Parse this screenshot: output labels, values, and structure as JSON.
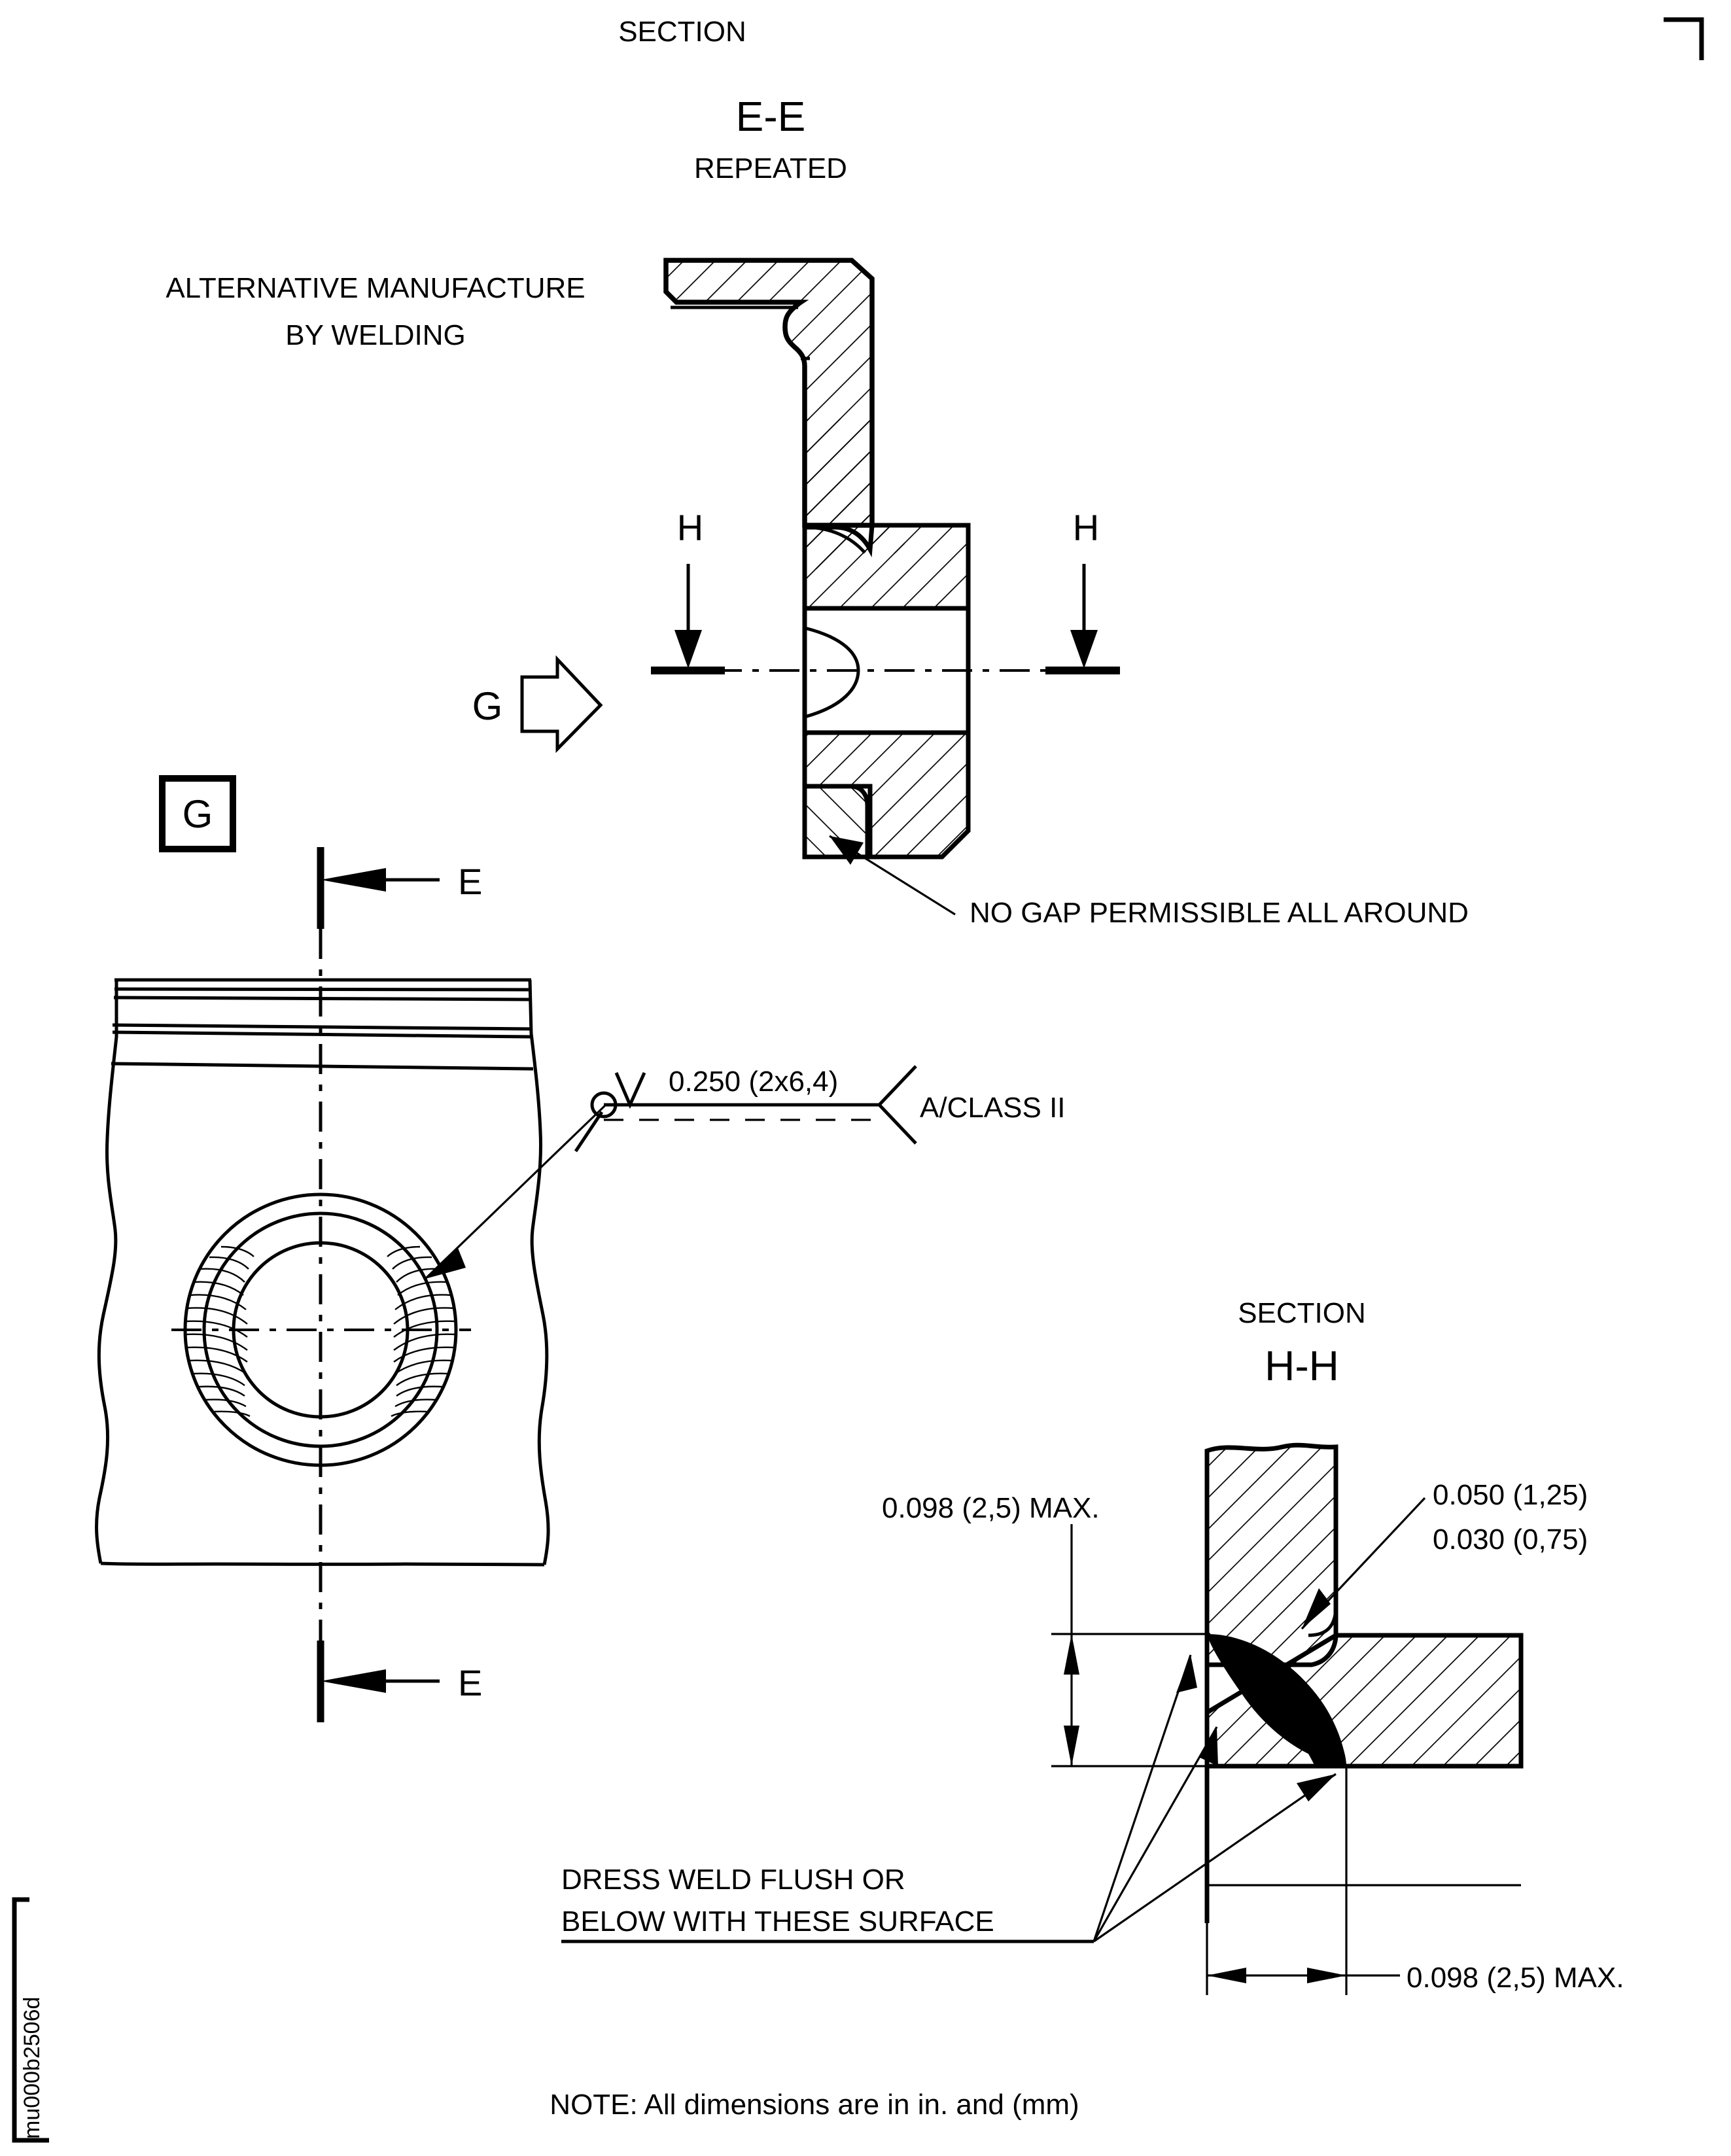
{
  "drawing": {
    "id_label": "mu000b2506d",
    "note": "NOTE: All dimensions are in in. and (mm)"
  },
  "section_ee": {
    "title_line1": "SECTION",
    "title_line2": "E-E",
    "title_line3": "REPEATED",
    "alt_note_line1": "ALTERNATIVE MANUFACTURE",
    "alt_note_line2": "BY WELDING",
    "arrow_letter_left": "H",
    "arrow_letter_right": "H",
    "view_direction_letter": "G",
    "gap_callout": "NO GAP PERMISSIBLE ALL AROUND"
  },
  "piston_view": {
    "view_letter_boxed": "G",
    "section_arrow_top": "E",
    "section_arrow_bottom": "E",
    "weld_symbol_size": "0.250 (2x6,4)",
    "weld_symbol_class": "A/CLASS II"
  },
  "section_hh": {
    "title_line1": "SECTION",
    "title_line2": "H-H",
    "dim_vertical_max": "0.098 (2,5) MAX.",
    "dim_horizontal_max": "0.098 (2,5) MAX.",
    "dim_upper_tolerance": "0.050 (1,25)",
    "dim_lower_tolerance": "0.030 (0,75)",
    "dress_note_line1": "DRESS WELD FLUSH OR",
    "dress_note_line2": "BELOW WITH THESE SURFACE"
  },
  "colors": {
    "line": "#000000",
    "background": "#ffffff"
  }
}
